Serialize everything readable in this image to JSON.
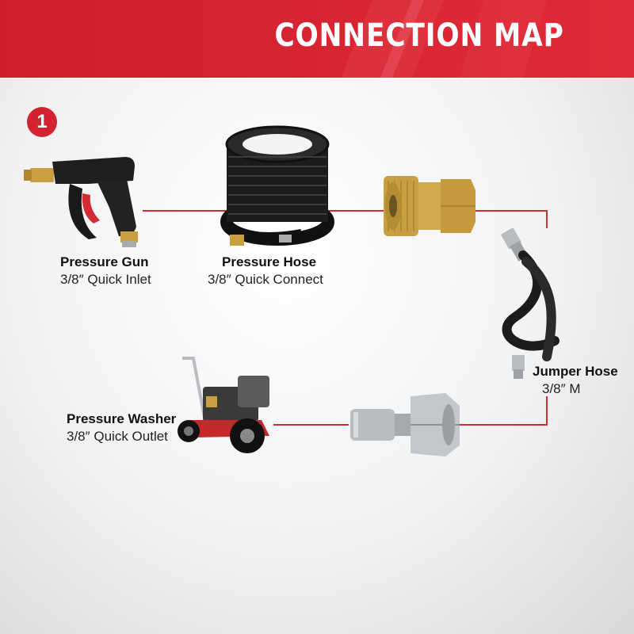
{
  "title": "CONNECTION MAP",
  "step_number": "1",
  "colors": {
    "brand_red": "#d32230",
    "connector_line": "#d42a33",
    "brass": "#c8a042",
    "steel": "#b9bcc0",
    "hose": "#1c1c1c"
  },
  "components": [
    {
      "id": "pressure-gun",
      "name": "Pressure Gun",
      "spec": "3/8″ Quick Inlet"
    },
    {
      "id": "pressure-hose",
      "name": "Pressure Hose",
      "spec": "3/8″ Quick Connect"
    },
    {
      "id": "jumper-hose",
      "name": "Jumper Hose",
      "spec": "3/8″ M"
    },
    {
      "id": "pressure-washer",
      "name": "Pressure Washer",
      "spec": "3/8″ Quick Outlet"
    }
  ],
  "icons": [
    "pressure-gun-icon",
    "hose-reel-icon",
    "brass-coupler-icon",
    "jumper-hose-icon",
    "steel-coupler-icon",
    "pressure-washer-icon"
  ]
}
